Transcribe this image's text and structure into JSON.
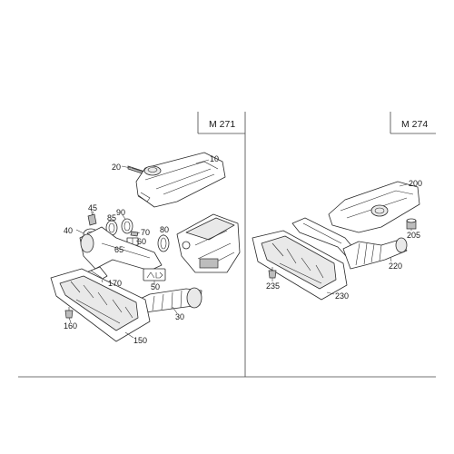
{
  "panels": {
    "left": {
      "title": "M 271"
    },
    "right": {
      "title": "M 274"
    }
  },
  "callouts": {
    "c10": "10",
    "c20": "20",
    "c30": "30",
    "c40": "40",
    "c45": "45",
    "c50": "50",
    "c60": "60",
    "c65": "65",
    "c70": "70",
    "c80": "80",
    "c85": "85",
    "c90": "90",
    "c150": "150",
    "c160": "160",
    "c170": "170",
    "c200": "200",
    "c205": "205",
    "c220": "220",
    "c230": "230",
    "c235": "235"
  },
  "icons": {
    "label_plate": "label-plate-icon",
    "left_cover": "engine-cover-icon",
    "right_cover": "engine-cover-icon",
    "air_filter": "air-filter-housing-icon"
  }
}
